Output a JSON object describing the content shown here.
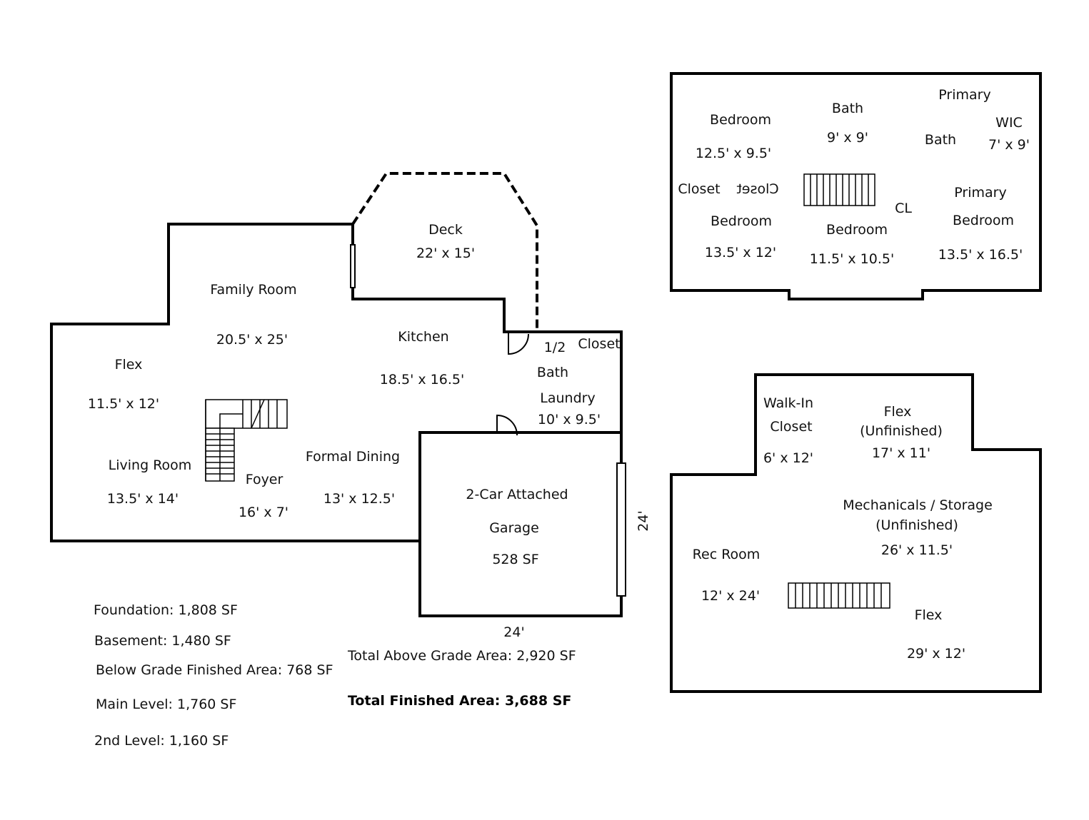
{
  "main_level": {
    "deck": {
      "name": "Deck",
      "dims": "22' x 15'"
    },
    "family_room": {
      "name": "Family Room",
      "dims": "20.5' x 25'"
    },
    "kitchen": {
      "name": "Kitchen",
      "dims": "18.5' x 16.5'"
    },
    "flex": {
      "name": "Flex",
      "dims": "11.5' x 12'"
    },
    "living_room": {
      "name": "Living Room",
      "dims": "13.5' x 14'"
    },
    "foyer": {
      "name": "Foyer",
      "dims": "16' x 7'"
    },
    "formal_dining": {
      "name": "Formal Dining",
      "dims": "13' x 12.5'"
    },
    "half_bath": {
      "line1": "1/2",
      "line2": "Bath"
    },
    "closet": "Closet",
    "laundry": {
      "name": "Laundry",
      "dims": "10' x 9.5'"
    },
    "garage": {
      "line1": "2-Car Attached",
      "line2": "Garage",
      "area": "528 SF",
      "width": "24'",
      "depth": "24'"
    }
  },
  "second_level": {
    "bedroom_nw": {
      "name": "Bedroom",
      "dims": "12.5' x 9.5'"
    },
    "bath": {
      "name": "Bath",
      "dims": "9' x 9'"
    },
    "primary_bath": {
      "line1": "Primary",
      "line2": "Bath"
    },
    "wic": {
      "name": "WIC",
      "dims": "7' x 9'"
    },
    "closet_left": "Closet",
    "closet_mirrored": "Closet",
    "bedroom_sw": {
      "name": "Bedroom",
      "dims": "13.5' x 12'"
    },
    "bedroom_center": {
      "name": "Bedroom",
      "dims": "11.5' x 10.5'"
    },
    "cl": "CL",
    "primary_bedroom": {
      "line1": "Primary",
      "line2": "Bedroom",
      "dims": "13.5' x 16.5'"
    }
  },
  "basement": {
    "walk_in_closet": {
      "line1": "Walk-In",
      "line2": "Closet",
      "dims": "6' x 12'"
    },
    "flex_unfinished": {
      "name": "Flex",
      "status": "(Unfinished)",
      "dims": "17' x 11'"
    },
    "mechanicals": {
      "name": "Mechanicals / Storage",
      "status": "(Unfinished)",
      "dims": "26' x 11.5'"
    },
    "rec_room": {
      "name": "Rec Room",
      "dims": "12' x 24'"
    },
    "flex": {
      "name": "Flex",
      "dims": "29' x 12'"
    }
  },
  "summary": {
    "foundation": "Foundation: 1,808 SF",
    "basement": "Basement: 1,480 SF",
    "below_grade": "Below Grade Finished Area: 768 SF",
    "main_level": "Main Level: 1,760 SF",
    "second_level": "2nd Level: 1,160 SF",
    "total_above_grade": "Total Above Grade Area: 2,920 SF",
    "total_finished": "Total Finished Area: 3,688 SF"
  }
}
